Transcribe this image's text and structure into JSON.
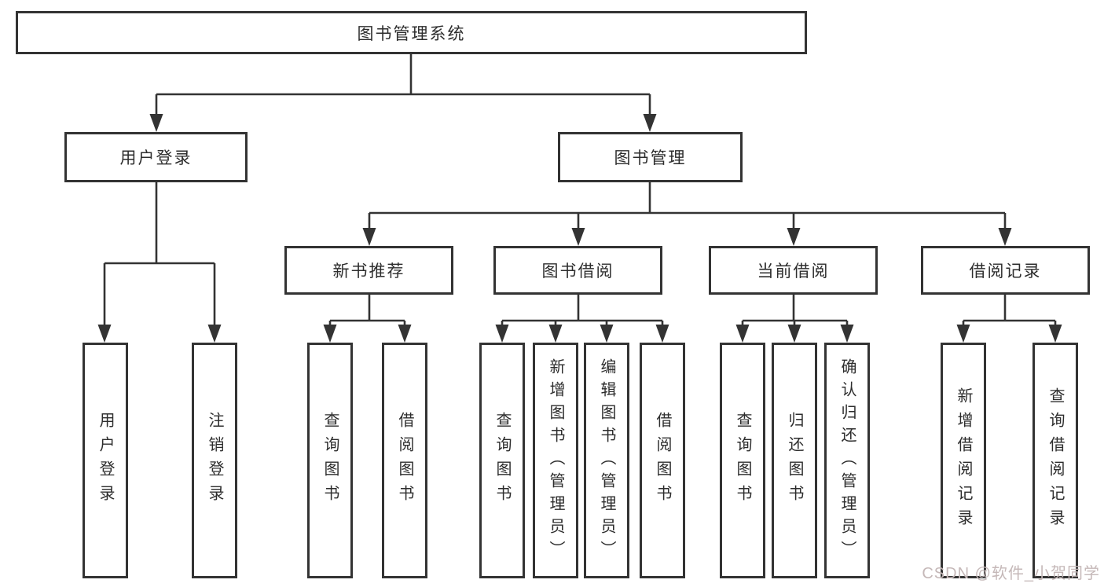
{
  "title": "图书管理系统",
  "branches": {
    "user": {
      "label": "用户登录",
      "children": [
        "用户登录",
        "注销登录"
      ]
    },
    "book": {
      "label": "图书管理",
      "modules": [
        {
          "label": "新书推荐",
          "children": [
            "查询图书",
            "借阅图书"
          ]
        },
        {
          "label": "图书借阅",
          "children": [
            "查询图书",
            "新增图书（管理员）",
            "编辑图书（管理员）",
            "借阅图书"
          ]
        },
        {
          "label": "当前借阅",
          "children": [
            "查询图书",
            "归还图书",
            "确认归还（管理员）"
          ]
        },
        {
          "label": "借阅记录",
          "children": [
            "新增借阅记录",
            "查询借阅记录"
          ]
        }
      ]
    }
  },
  "watermark": "CSDN @软件_小贺同学",
  "colors": {
    "line": "#333333",
    "box_border": "#333333",
    "text": "#2d2d2d",
    "watermark": "#c5b8b8"
  }
}
